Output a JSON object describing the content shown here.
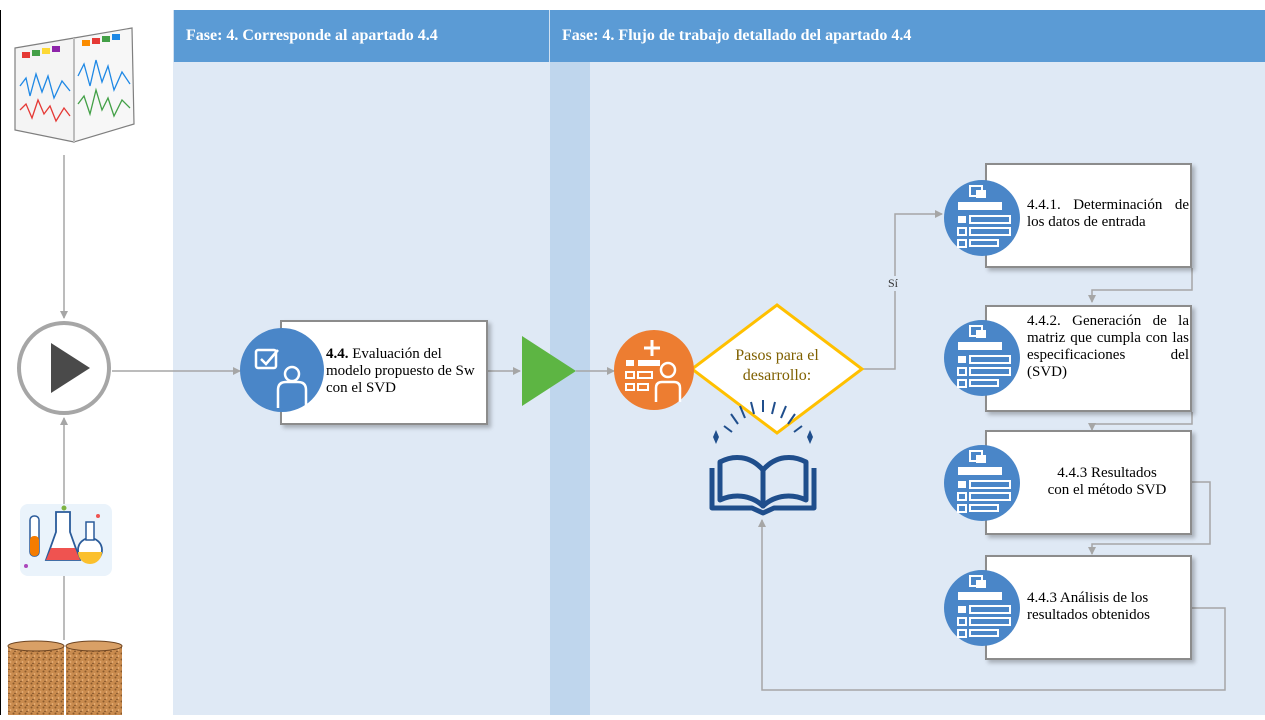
{
  "lanes": [
    {
      "header": "Fase:   4.   Corresponde al apartado 4.4"
    },
    {
      "header": "Fase:   4. Flujo de trabajo detallado del apartado 4.4"
    }
  ],
  "process_box": {
    "number": "4.4.",
    "text": " Evaluación del modelo propuesto de Sw con el SVD"
  },
  "decision": {
    "text": "Pasos para el desarrollo:",
    "branch_label": "Sí"
  },
  "steps": [
    {
      "text": "4.4.1. Determinación de los datos de entrada"
    },
    {
      "text": "4.4.2. Generación de la matriz que cumpla con las especificaciones del (SVD)"
    },
    {
      "text": "4.4.3 Resultados con el método SVD"
    },
    {
      "text": "4.4.3 Análisis de los resultados obtenidos"
    }
  ],
  "colors": {
    "lane_header": "#5b9bd5",
    "lane_bg": "#dfe9f5",
    "icon_blue": "#4a86c8",
    "icon_orange": "#ed7d31",
    "decision_border": "#ffc000",
    "decision_text": "#7f6000",
    "merge_arrow": "#5db543",
    "connector": "#a6a6a6",
    "book": "#1f4e8c"
  },
  "icons": [
    "document-image",
    "play-icon",
    "lab-flasks-image",
    "core-sample-image",
    "user-check-icon",
    "add-user-icon",
    "open-book-icon",
    "form-list-icon"
  ]
}
